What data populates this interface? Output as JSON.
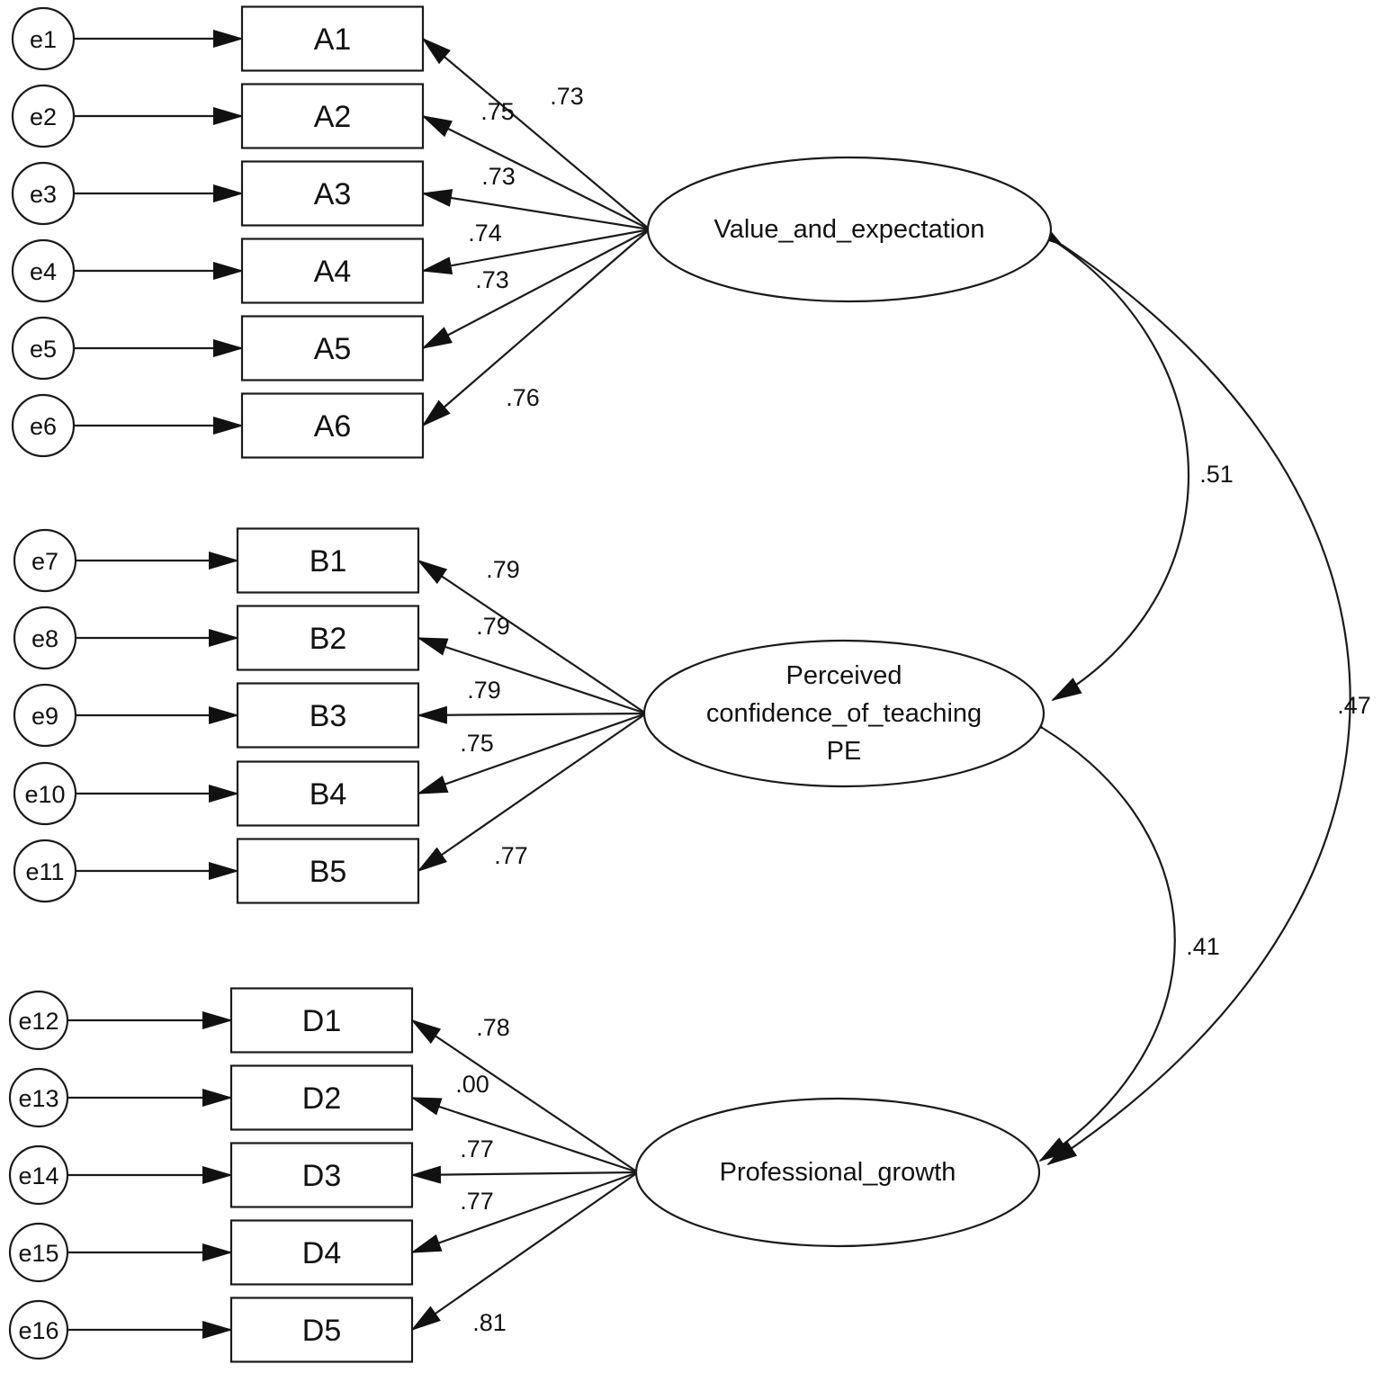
{
  "errors": [
    "e1",
    "e2",
    "e3",
    "e4",
    "e5",
    "e6",
    "e7",
    "e8",
    "e9",
    "e10",
    "e11",
    "e12",
    "e13",
    "e14",
    "e15",
    "e16"
  ],
  "indicators": [
    "A1",
    "A2",
    "A3",
    "A4",
    "A5",
    "A6",
    "B1",
    "B2",
    "B3",
    "B4",
    "B5",
    "D1",
    "D2",
    "D3",
    "D4",
    "D5"
  ],
  "latents": [
    {
      "lines": [
        "Value_and_expectation"
      ]
    },
    {
      "lines": [
        "Perceived",
        "confidence_of_teaching",
        "PE"
      ]
    },
    {
      "lines": [
        "Professional_growth"
      ]
    }
  ],
  "loadings": [
    ".73",
    ".75",
    ".73",
    ".74",
    ".73",
    ".76",
    ".79",
    ".79",
    ".79",
    ".75",
    ".77",
    ".78",
    ".00",
    ".77",
    ".77",
    ".81"
  ],
  "correlations": [
    {
      "between": [
        "Value_and_expectation",
        "Perceived confidence_of_teaching PE"
      ],
      "value": ".51"
    },
    {
      "between": [
        "Perceived confidence_of_teaching PE",
        "Professional_growth"
      ],
      "value": ".41"
    },
    {
      "between": [
        "Value_and_expectation",
        "Professional_growth"
      ],
      "value": ".47"
    }
  ]
}
